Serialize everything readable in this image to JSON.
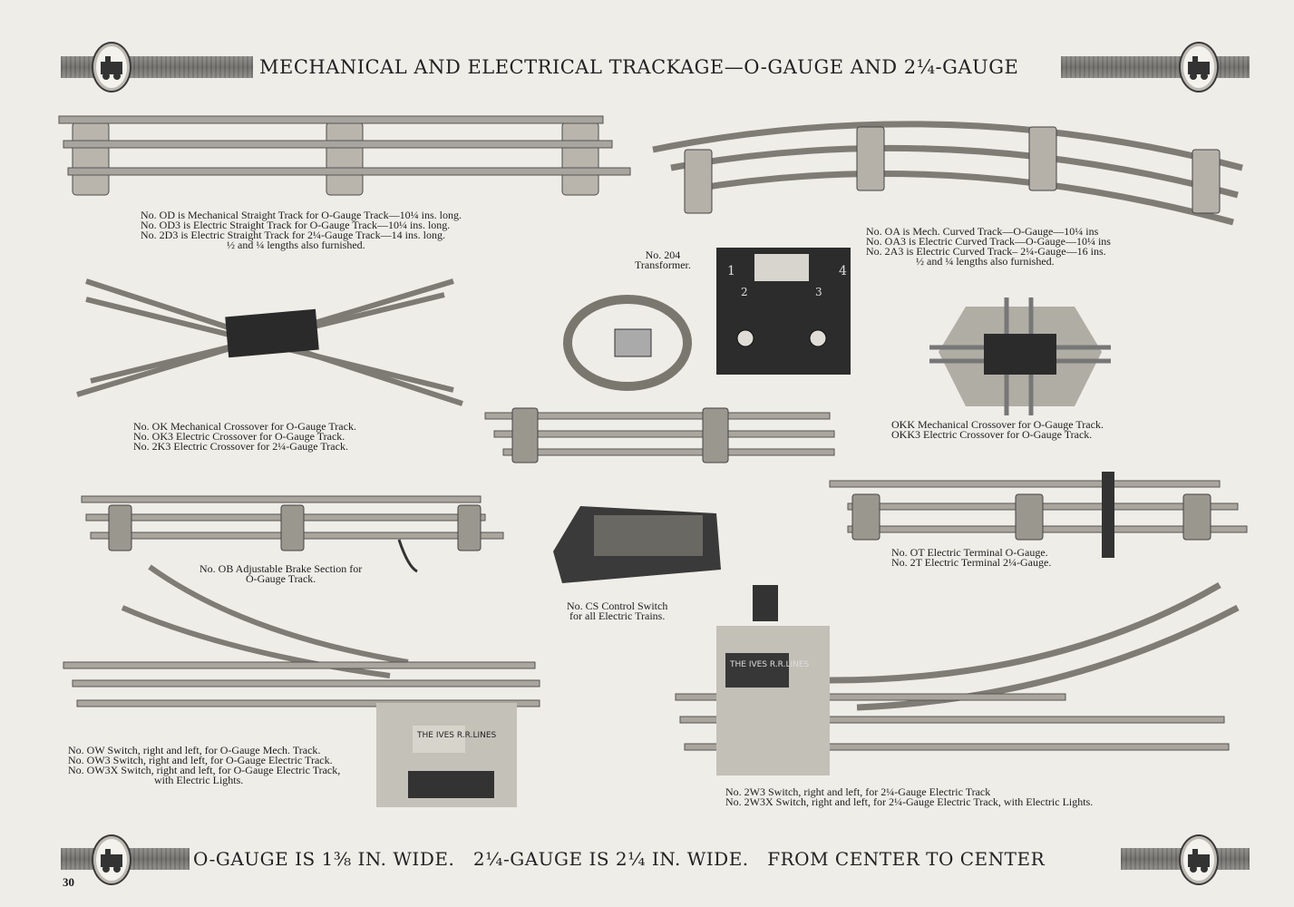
{
  "header": {
    "title": "MECHANICAL AND ELECTRICAL TRACKAGE—O-GAUGE AND 2¼-GAUGE"
  },
  "footer": {
    "text": "O-GAUGE IS 1⅜ IN. WIDE.   2¼-GAUGE IS 2¼ IN. WIDE.   FROM CENTER TO CENTER",
    "page_number": "30"
  },
  "captions": {
    "straight": [
      "No. OD  is Mechanical Straight Track for O-Gauge Track—10¼ ins. long.",
      "No. OD3 is Electric Straight Track for O-Gauge Track—10¼ ins. long.",
      "No. 2D3  is Electric Straight Track for 2¼-Gauge Track—14 ins. long.",
      "½ and ¼ lengths also furnished."
    ],
    "curved": [
      "No. OA  is Mech. Curved Track—O-Gauge—10¼ ins",
      "No. OA3 is Electric Curved Track—O-Gauge—10¼ ins",
      "No. 2A3 is Electric Curved Track– 2¼-Gauge—16 ins.",
      "½ and ¼ lengths also furnished."
    ],
    "transformer": [
      "No. 204",
      "Transformer."
    ],
    "crossover": [
      "No. OK   Mechanical Crossover for O-Gauge Track.",
      "No. OK3 Electric Crossover for O-Gauge Track.",
      "No. 2K3  Electric Crossover for 2¼-Gauge Track."
    ],
    "okk": [
      "OKK  Mechanical Crossover for O-Gauge Track.",
      "OKK3 Electric Crossover for O-Gauge Track."
    ],
    "brake": [
      "No. OB Adjustable Brake Section for",
      "O-Gauge Track."
    ],
    "terminal": [
      "No. OT Electric Terminal O-Gauge.",
      "No. 2T  Electric Terminal 2¼-Gauge."
    ],
    "control": [
      "No. CS  Control Switch",
      "for all Electric Trains."
    ],
    "ow_switch": [
      "No. OW  Switch, right and left, for O-Gauge Mech. Track.",
      "No. OW3 Switch, right and left, for O-Gauge Electric Track.",
      "No. OW3X Switch, right and left, for O-Gauge Electric Track,",
      "with Electric Lights."
    ],
    "w3_switch": [
      "No. 2W3 Switch, right and left, for 2¼-Gauge Electric Track",
      "No. 2W3X Switch, right and left, for 2¼-Gauge Electric Track, with Electric Lights."
    ]
  },
  "artwork_text": {
    "transformer_numbers": [
      "1",
      "2",
      "3",
      "4"
    ],
    "switch_stand_left": "THE IVES R.R.LINES",
    "switch_stand_right": "THE IVES R.R.LINES"
  },
  "icons": [
    "locomotive-medallion-icon"
  ],
  "colors": {
    "paper": "#efede8",
    "ink": "#1a1a1a",
    "rail": "#9a978f",
    "band": "#7d7b77"
  }
}
